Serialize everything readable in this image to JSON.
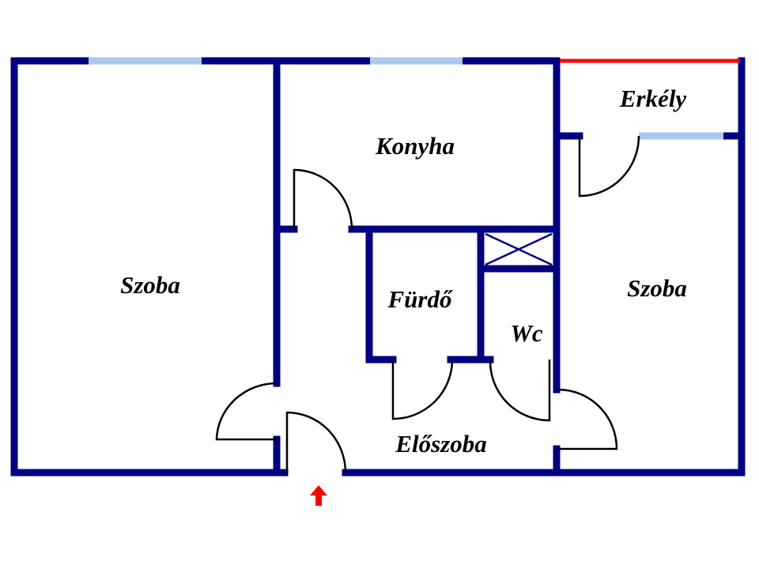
{
  "rooms": {
    "szoba_left": "Szoba",
    "konyha": "Konyha",
    "erkely": "Erkély",
    "furdo": "Fürdő",
    "wc": "Wc",
    "eloszoba": "Előszoba",
    "szoba_right": "Szoba"
  },
  "colors": {
    "wall": "#000080",
    "window": "#a9c9ef",
    "balcony_edge": "#ff0000",
    "entrance_arrow": "#ff0000"
  }
}
